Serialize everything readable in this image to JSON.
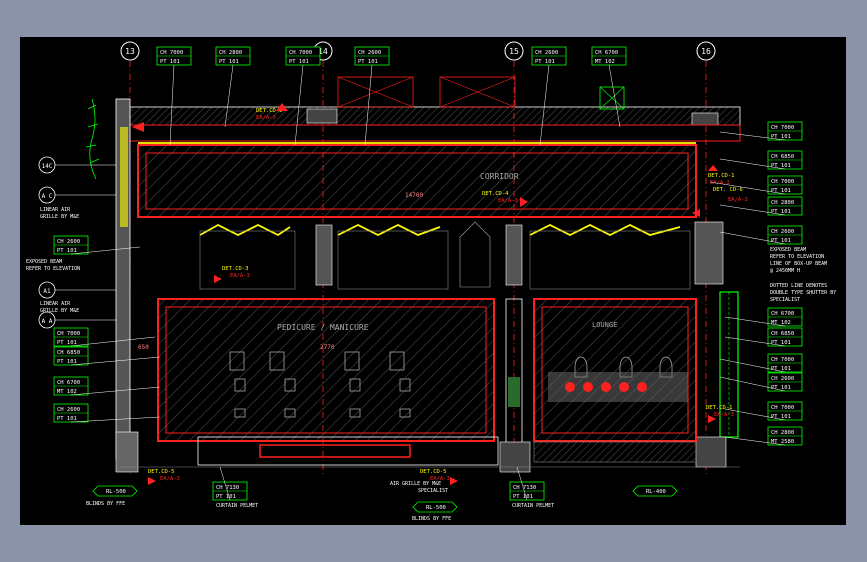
{
  "colors": {
    "background": "#8a93a8",
    "canvas": "#000000",
    "red": "#ff2020",
    "yellow": "#ffff00",
    "green": "#00ff00",
    "cyan": "#00ffff",
    "white": "#ffffff",
    "gray": "#9a9a9a"
  },
  "gridlines": [
    "13",
    "14",
    "15",
    "16"
  ],
  "level_markers_left": [
    {
      "code": "14C"
    },
    {
      "code": "A C"
    },
    {
      "code": "A1"
    },
    {
      "code": "A A"
    }
  ],
  "spec_tags": {
    "top": [
      {
        "a": "CH 7000",
        "b": "PT 101"
      },
      {
        "a": "CH 2800",
        "b": "PT 101"
      },
      {
        "a": "CH 7000",
        "b": "PT 101"
      },
      {
        "a": "CH 2600",
        "b": "PT 101"
      },
      {
        "a": "CH 2600",
        "b": "PT 101"
      },
      {
        "a": "CH 6700",
        "b": "MT 102"
      }
    ],
    "left": [
      {
        "a": "CH 2600",
        "b": "PT 101"
      },
      {
        "a": "CH 7000",
        "b": "PT 101"
      },
      {
        "a": "CH 6850",
        "b": "PT 101"
      },
      {
        "a": "CH 6700",
        "b": "MT 102"
      },
      {
        "a": "CH 2600",
        "b": "PT 101"
      }
    ],
    "right": [
      {
        "a": "CH 7000",
        "b": "PT 101"
      },
      {
        "a": "CH 6850",
        "b": "PT 101"
      },
      {
        "a": "CH 7000",
        "b": "PT 101"
      },
      {
        "a": "CH 2800",
        "b": "PT 101"
      },
      {
        "a": "CH 2600",
        "b": "PT 101"
      },
      {
        "a": "CH 6700",
        "b": "MT 102"
      },
      {
        "a": "CH 6850",
        "b": "PT 101"
      },
      {
        "a": "CH 7000",
        "b": "PT 101"
      },
      {
        "a": "CH 2600",
        "b": "PT 101"
      },
      {
        "a": "CH 7000",
        "b": "PT 101"
      },
      {
        "a": "CH 2800",
        "b": "MT 2580"
      }
    ],
    "bottom": [
      {
        "a": "CH 7130",
        "b": "PT 101"
      },
      {
        "a": "CH 7130",
        "b": "PT 101"
      }
    ]
  },
  "room_labels": {
    "corridor": "CORRIDOR",
    "pedicure": "PEDICURE / MANICURE",
    "lounge": "LOUNGE"
  },
  "dimensions": {
    "corridor": "14700",
    "pedicure": "2770",
    "pedicure_left": "650"
  },
  "detail_refs": {
    "top_left": "DET.CD-2",
    "top_left_sub": "EA/A-3",
    "corridor": "DET.CD-4",
    "corridor_sub": "EA/A-3",
    "mid_left": "DET.CD-3",
    "mid_left_sub": "EA/A-3",
    "right_1": "DET.CD-1",
    "right_1_sub": "EA/A-3",
    "right_2": "DET. CD-6",
    "right_2_sub": "EA/A-3",
    "bottom_left": "DET.CD-5",
    "bottom_left_sub": "EA/A-3",
    "bottom_mid": "DET.CD-5",
    "bottom_mid_sub": "EA/A-3",
    "right_lower": "DET.CD-1",
    "right_lower_sub": "EA/A-3"
  },
  "notes": {
    "linear_grille_1": [
      "LINEAR AIR",
      "GRILLE BY M&E"
    ],
    "exposed_beam_left": [
      "EXPOSED BEAM",
      "REFER TO ELEVATION"
    ],
    "linear_grille_2": [
      "LINEAR AIR",
      "GRILLE BY M&E"
    ],
    "exposed_beam_right": [
      "EXPOSED BEAM",
      "REFER TO ELEVATION",
      "LINE OF BOX-UP BEAM",
      "@ 2450MM H"
    ],
    "dotted_line": [
      "DOTTED LINE DENOTES",
      "DOUBLE TYPE SHUTTER BY",
      "SPECIALIST"
    ],
    "blinds_left": "BLINDS BY FFE",
    "curtain_pelmet_left": "CURTAIN PELMET",
    "air_grille": [
      "AIR GRILLE BY M&E",
      "SPECIALIST"
    ],
    "blinds_mid": "BLINDS BY FFE",
    "curtain_pelmet_right": "CURTAIN PELMET"
  },
  "section_tags": {
    "left": "RL-500",
    "mid": "RL-500",
    "right": "RL-400"
  }
}
